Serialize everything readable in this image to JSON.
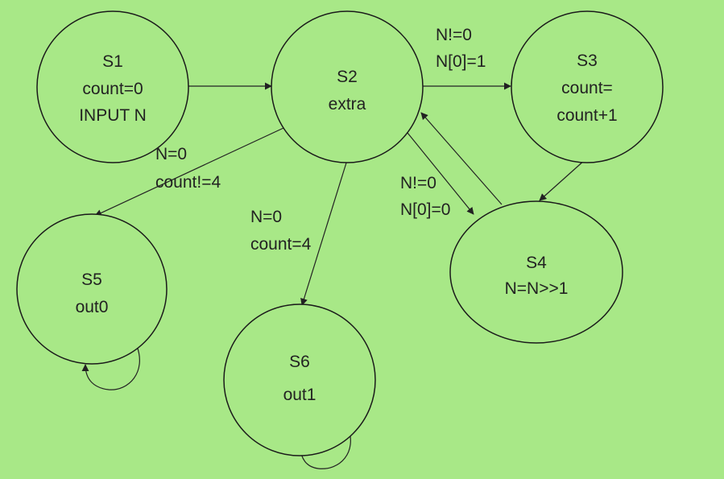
{
  "colors": {
    "background": "#a8e887",
    "state_fill": "#a8e887",
    "stroke": "#222222"
  },
  "states": {
    "s1": {
      "name": "S1",
      "line1": "count=0",
      "line2": "INPUT N"
    },
    "s2": {
      "name": "S2",
      "line1": "extra"
    },
    "s3": {
      "name": "S3",
      "line1": "count=",
      "line2": "count+1"
    },
    "s4": {
      "name": "S4",
      "line1": "N=N>>1"
    },
    "s5": {
      "name": "S5",
      "line1": "out0"
    },
    "s6": {
      "name": "S6",
      "line1": "out1"
    }
  },
  "transitions": {
    "s2_to_s3": {
      "line1": "N!=0",
      "line2": "N[0]=1"
    },
    "s2_to_s4": {
      "line1": "N!=0",
      "line2": "N[0]=0"
    },
    "s2_to_s5": {
      "line1": "N=0",
      "line2": "count!=4"
    },
    "s2_to_s6": {
      "line1": "N=0",
      "line2": "count=4"
    }
  }
}
